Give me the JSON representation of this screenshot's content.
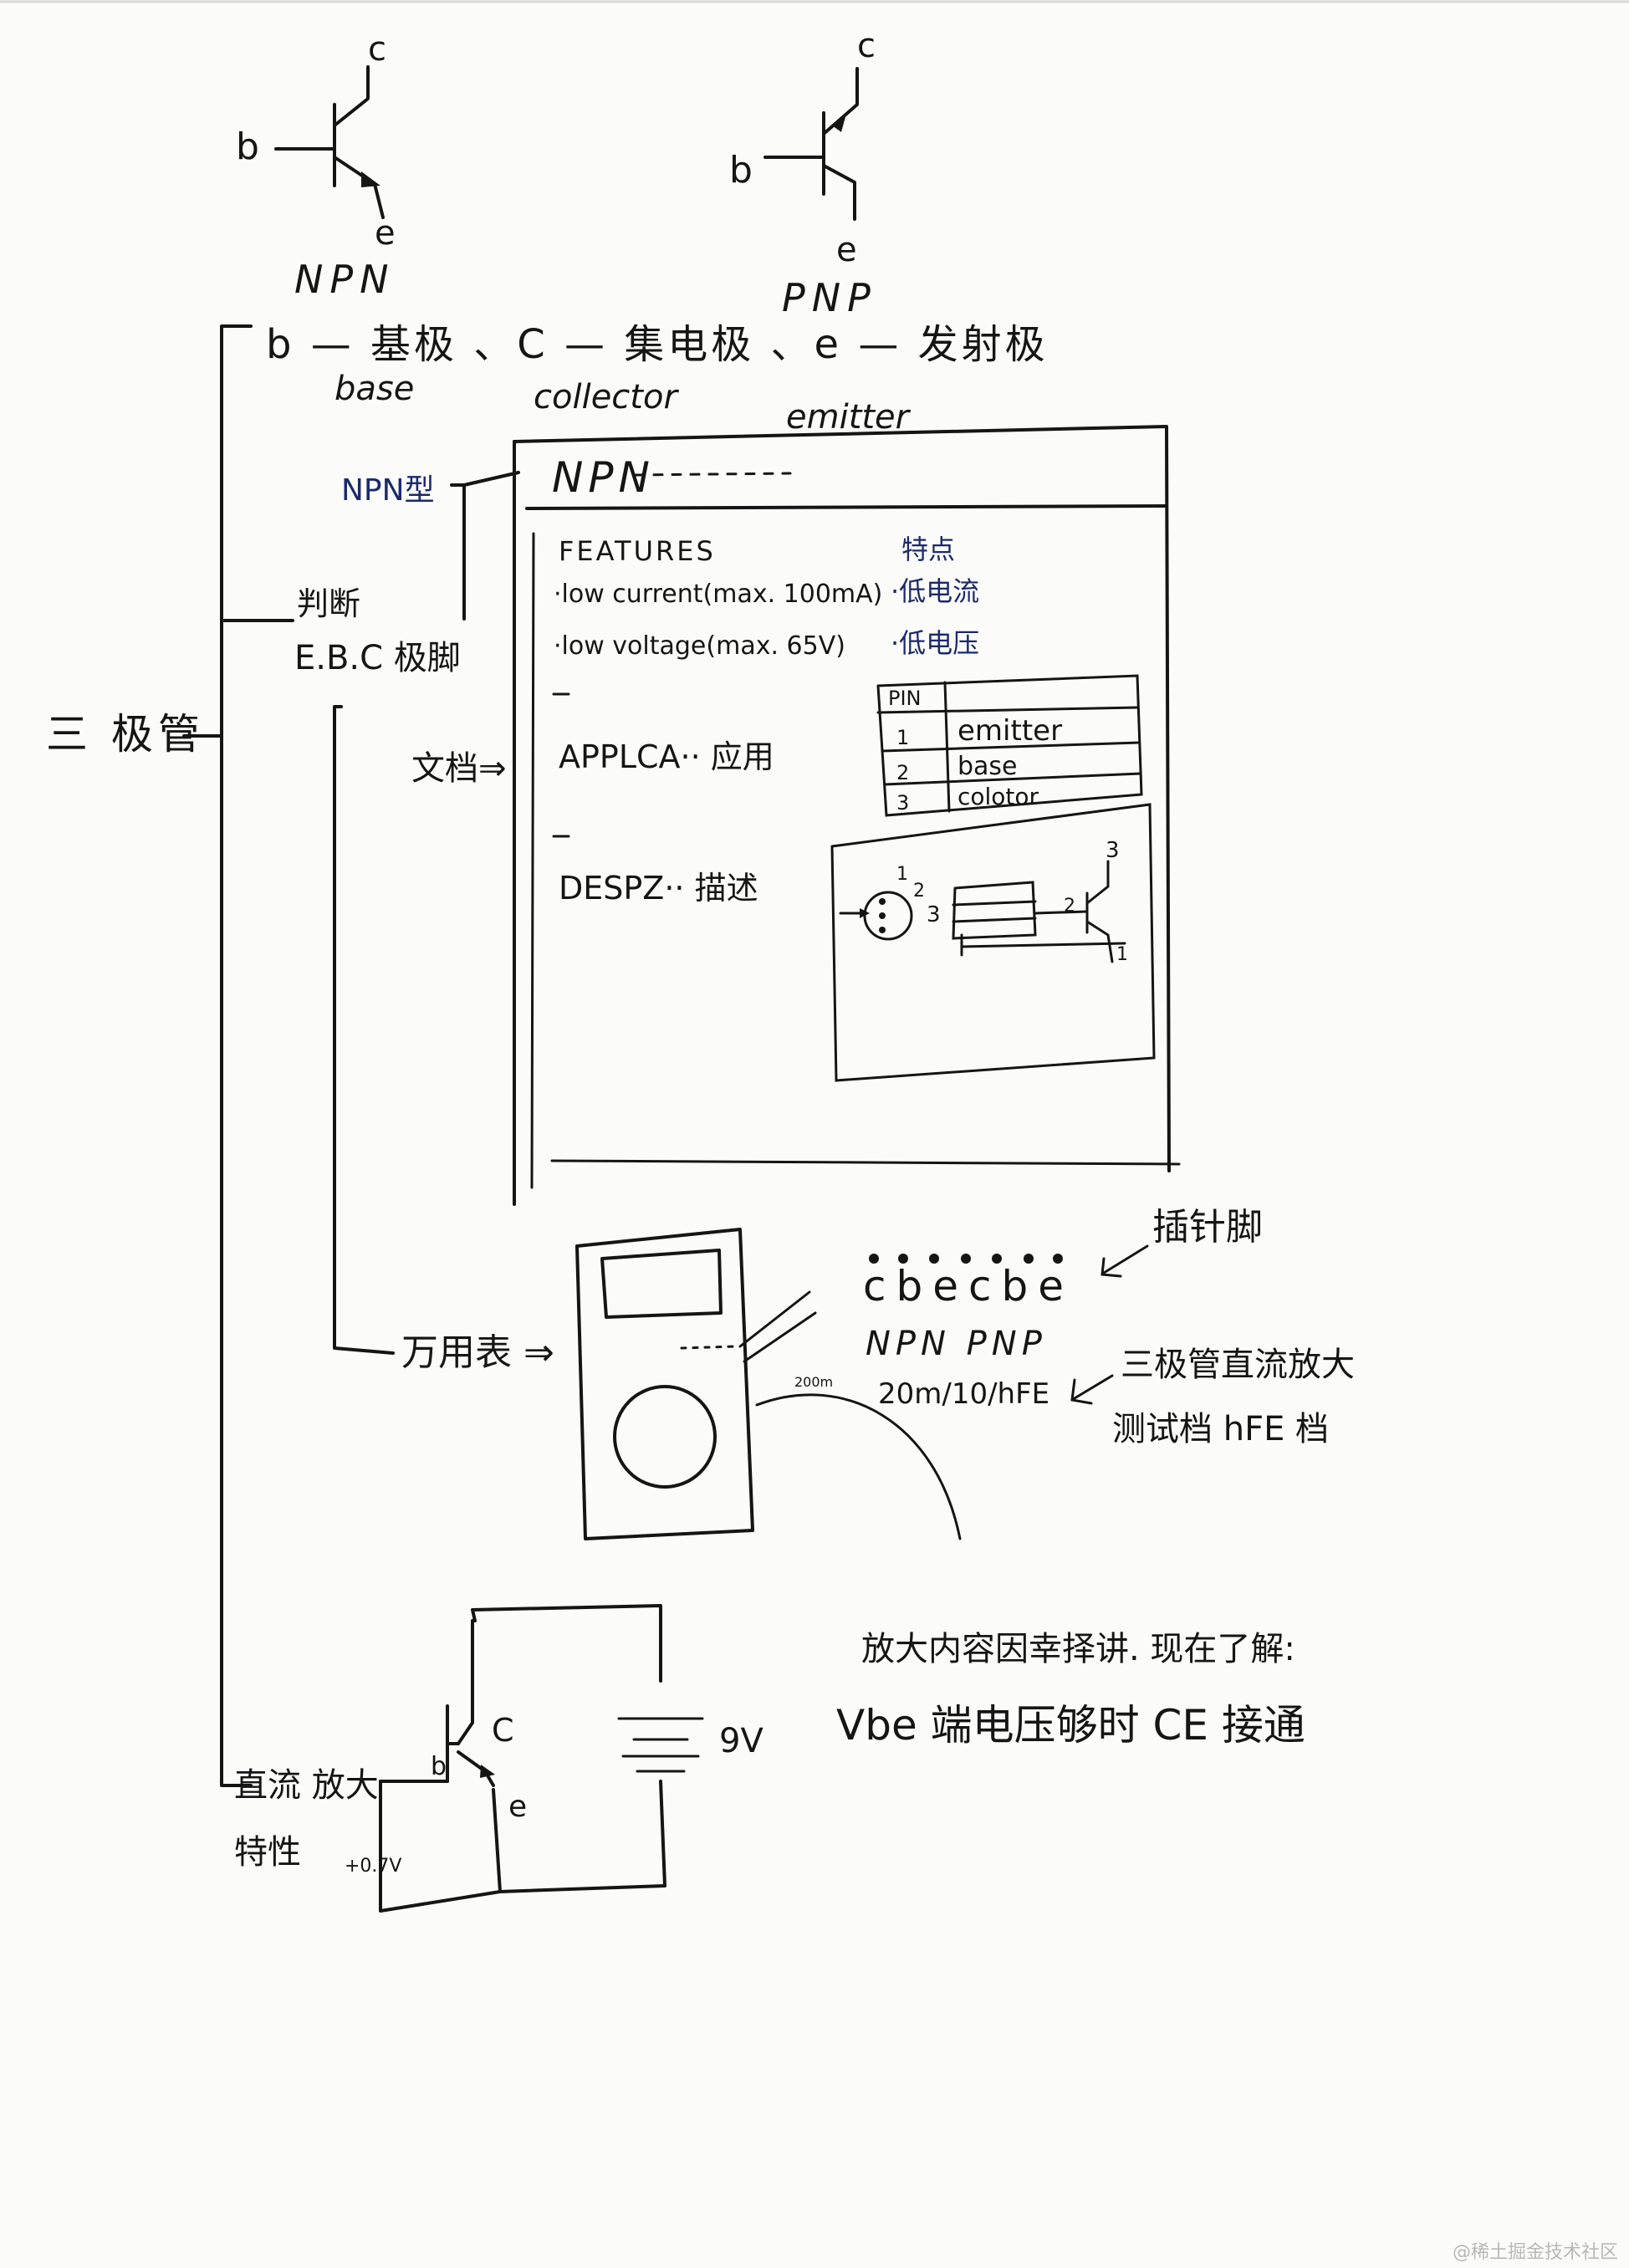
{
  "symbols": {
    "npn": {
      "c": "c",
      "b": "b",
      "e": "e",
      "label": "NPN"
    },
    "pnp": {
      "c": "c",
      "b": "b",
      "e": "e",
      "label": "PNP"
    }
  },
  "root": {
    "label": "三 极管"
  },
  "terms": {
    "line": "b — 基极 、C — 集电极 、e — 发射极",
    "base": "base",
    "collector": "collector",
    "emitter": "emitter"
  },
  "ebc": {
    "label1": "判断",
    "label2": "E.B.C 极脚",
    "npn_type": "NPN型",
    "doc_label": "文档⇒",
    "meter_label": "万用表 ⇒"
  },
  "datasheet": {
    "title": "NPN",
    "features": "FEATURES",
    "features_cn": "特点",
    "feat1": "·low current(max. 100mA)",
    "feat1_cn": "·低电流",
    "feat2": "·low voltage(max. 65V)",
    "feat2_cn": "·低电压",
    "applca": "APPLCA·· 应用",
    "desp": "DESPZ·· 描述",
    "pin_table": {
      "header": "PIN",
      "rows": [
        {
          "pin": "1",
          "name": "emitter"
        },
        {
          "pin": "2",
          "name": "base"
        },
        {
          "pin": "3",
          "name": "colotor"
        }
      ]
    },
    "diagram_pins": {
      "p1": "1",
      "p2": "2",
      "p3": "3"
    }
  },
  "meter": {
    "socket_letters": "cbecbe",
    "socket_types": "NPN PNP",
    "range": "20m/10/hFE",
    "dial_label": "200m",
    "socket_note": "插针脚",
    "hfe_note_1": "三极管直流放大",
    "hfe_note_2": "测试档 hFE 档"
  },
  "circuit": {
    "label1": "直流 放大",
    "label2": "特性",
    "voltage": "9V",
    "bias": "+0.7V",
    "c": "C",
    "b": "b",
    "e": "e"
  },
  "notes": {
    "line1": "放大内容因幸择讲. 现在了解:",
    "line2": "Vbe 端电压够时 CE 接通"
  },
  "watermark": "@稀土掘金技术社区"
}
